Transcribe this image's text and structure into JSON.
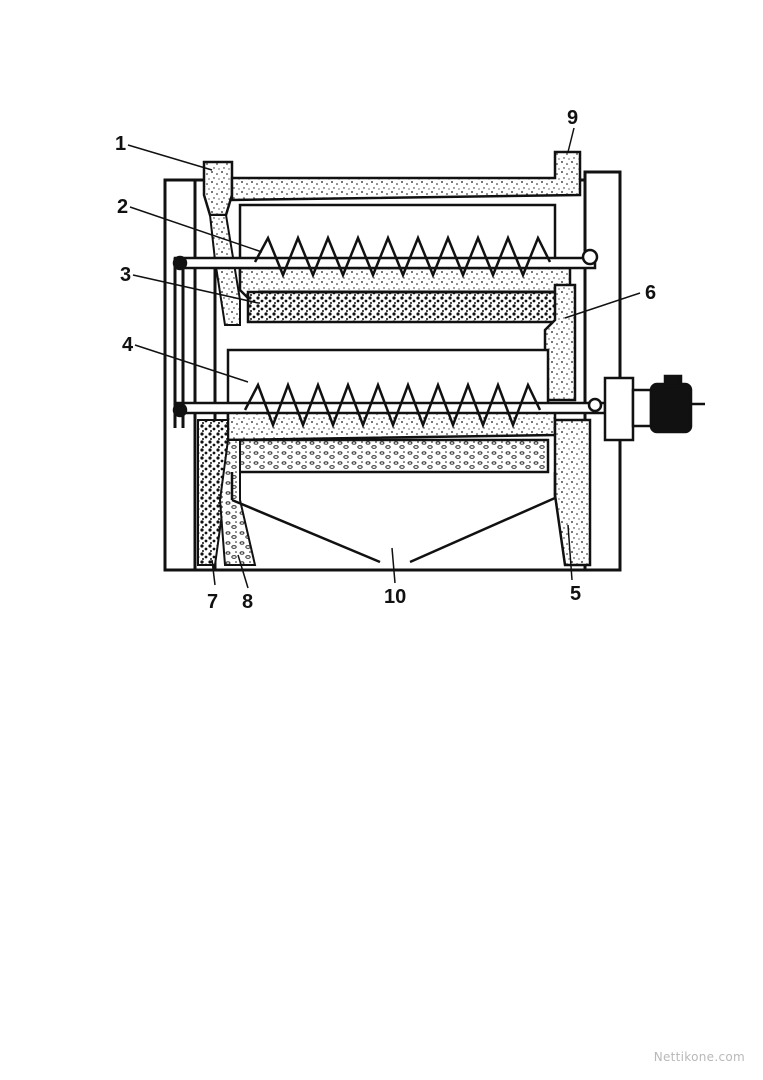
{
  "diagram": {
    "callouts": [
      {
        "id": "1",
        "label": "1"
      },
      {
        "id": "2",
        "label": "2"
      },
      {
        "id": "3",
        "label": "3"
      },
      {
        "id": "4",
        "label": "4"
      },
      {
        "id": "5",
        "label": "5"
      },
      {
        "id": "6",
        "label": "6"
      },
      {
        "id": "7",
        "label": "7"
      },
      {
        "id": "8",
        "label": "8"
      },
      {
        "id": "9",
        "label": "9"
      },
      {
        "id": "10",
        "label": "10"
      }
    ],
    "colors": {
      "ink": "#111111",
      "paper": "#ffffff"
    }
  },
  "watermark": "Nettikone.com"
}
